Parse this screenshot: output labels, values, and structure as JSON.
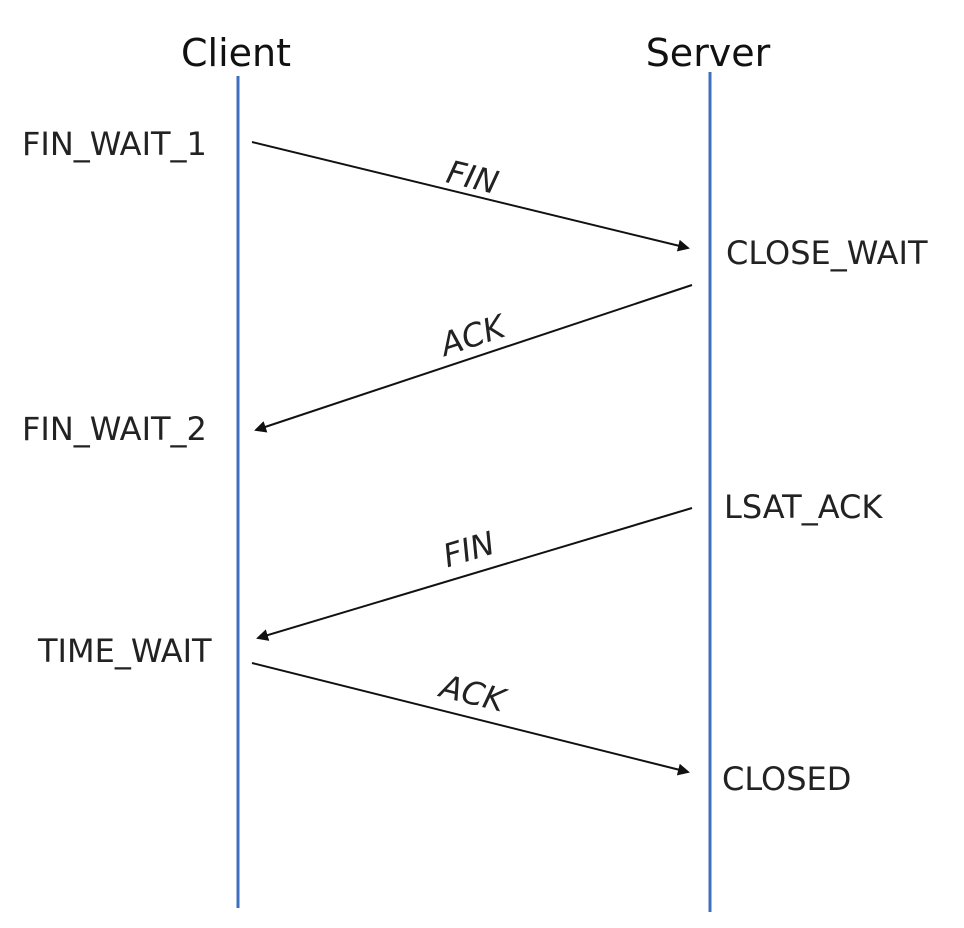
{
  "colors": {
    "lifeline": "#3f6fbf",
    "arrow": "#111111",
    "text": "#222222"
  },
  "actors": {
    "client": "Client",
    "server": "Server"
  },
  "client_states": {
    "fin_wait_1": "FIN_WAIT_1",
    "fin_wait_2": "FIN_WAIT_2",
    "time_wait": "TIME_WAIT"
  },
  "server_states": {
    "close_wait": "CLOSE_WAIT",
    "last_ack": "LSAT_ACK",
    "closed": "CLOSED"
  },
  "messages": {
    "fin_1": "FIN",
    "ack_1": "ACK",
    "fin_2": "FIN",
    "ack_2": "ACK"
  }
}
